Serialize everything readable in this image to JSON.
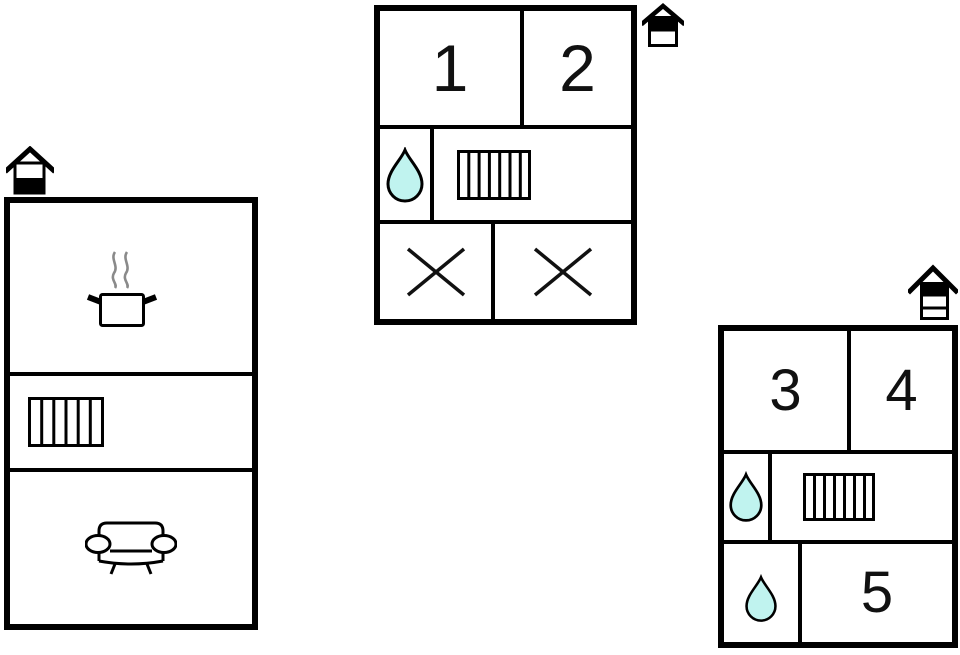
{
  "page": {
    "background": "#ffffff"
  },
  "colors": {
    "outline": "#000000",
    "water_drop_fill": "#c0f3ef",
    "steam_gray": "#8a8a8a",
    "number_color": "#111111"
  },
  "buildings": [
    {
      "id": "left",
      "floor_indicator": {
        "icon": "house-floor-indicator-icon",
        "marked_level": "ground",
        "levels_shown": 2
      },
      "rooms": [
        {
          "purpose": "kitchen",
          "icon": "cooking-pot-icon"
        },
        {
          "purpose": "hall",
          "icon": "radiator-icon"
        },
        {
          "purpose": "living-room",
          "icon": "sofa-icon"
        }
      ]
    },
    {
      "id": "middle",
      "floor_indicator": {
        "icon": "house-floor-indicator-icon",
        "marked_level": "upper",
        "levels_shown": 2
      },
      "rooms": [
        {
          "label": "1"
        },
        {
          "label": "2"
        },
        {
          "purpose": "bathroom",
          "icon": "water-drop-icon"
        },
        {
          "purpose": "hall",
          "icon": "radiator-icon"
        },
        {
          "purpose": "not-available",
          "icon": "crossed-out-icon"
        },
        {
          "purpose": "not-available",
          "icon": "crossed-out-icon"
        }
      ]
    },
    {
      "id": "right",
      "floor_indicator": {
        "icon": "house-floor-indicator-icon",
        "marked_level": "top",
        "levels_shown": 3
      },
      "rooms": [
        {
          "label": "3"
        },
        {
          "label": "4"
        },
        {
          "purpose": "bathroom",
          "icon": "water-drop-icon"
        },
        {
          "purpose": "hall",
          "icon": "radiator-icon"
        },
        {
          "purpose": "bathroom",
          "icon": "water-drop-icon"
        },
        {
          "label": "5"
        }
      ]
    }
  ]
}
